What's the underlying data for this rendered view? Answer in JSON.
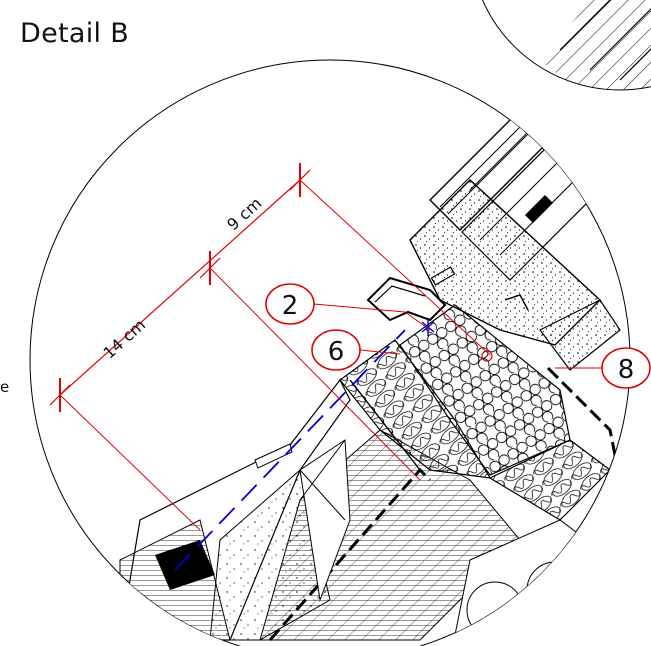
{
  "title": "Detail B",
  "edge_text": "e",
  "dimensions": [
    {
      "value": "9 cm"
    },
    {
      "value": "14 cm"
    }
  ],
  "callouts": [
    {
      "label": "2"
    },
    {
      "label": "6"
    },
    {
      "label": "8"
    }
  ],
  "colors": {
    "dimension": "#e00000",
    "callout": "#e00000",
    "dashed_line": "#0000cc",
    "ink": "#000000"
  }
}
